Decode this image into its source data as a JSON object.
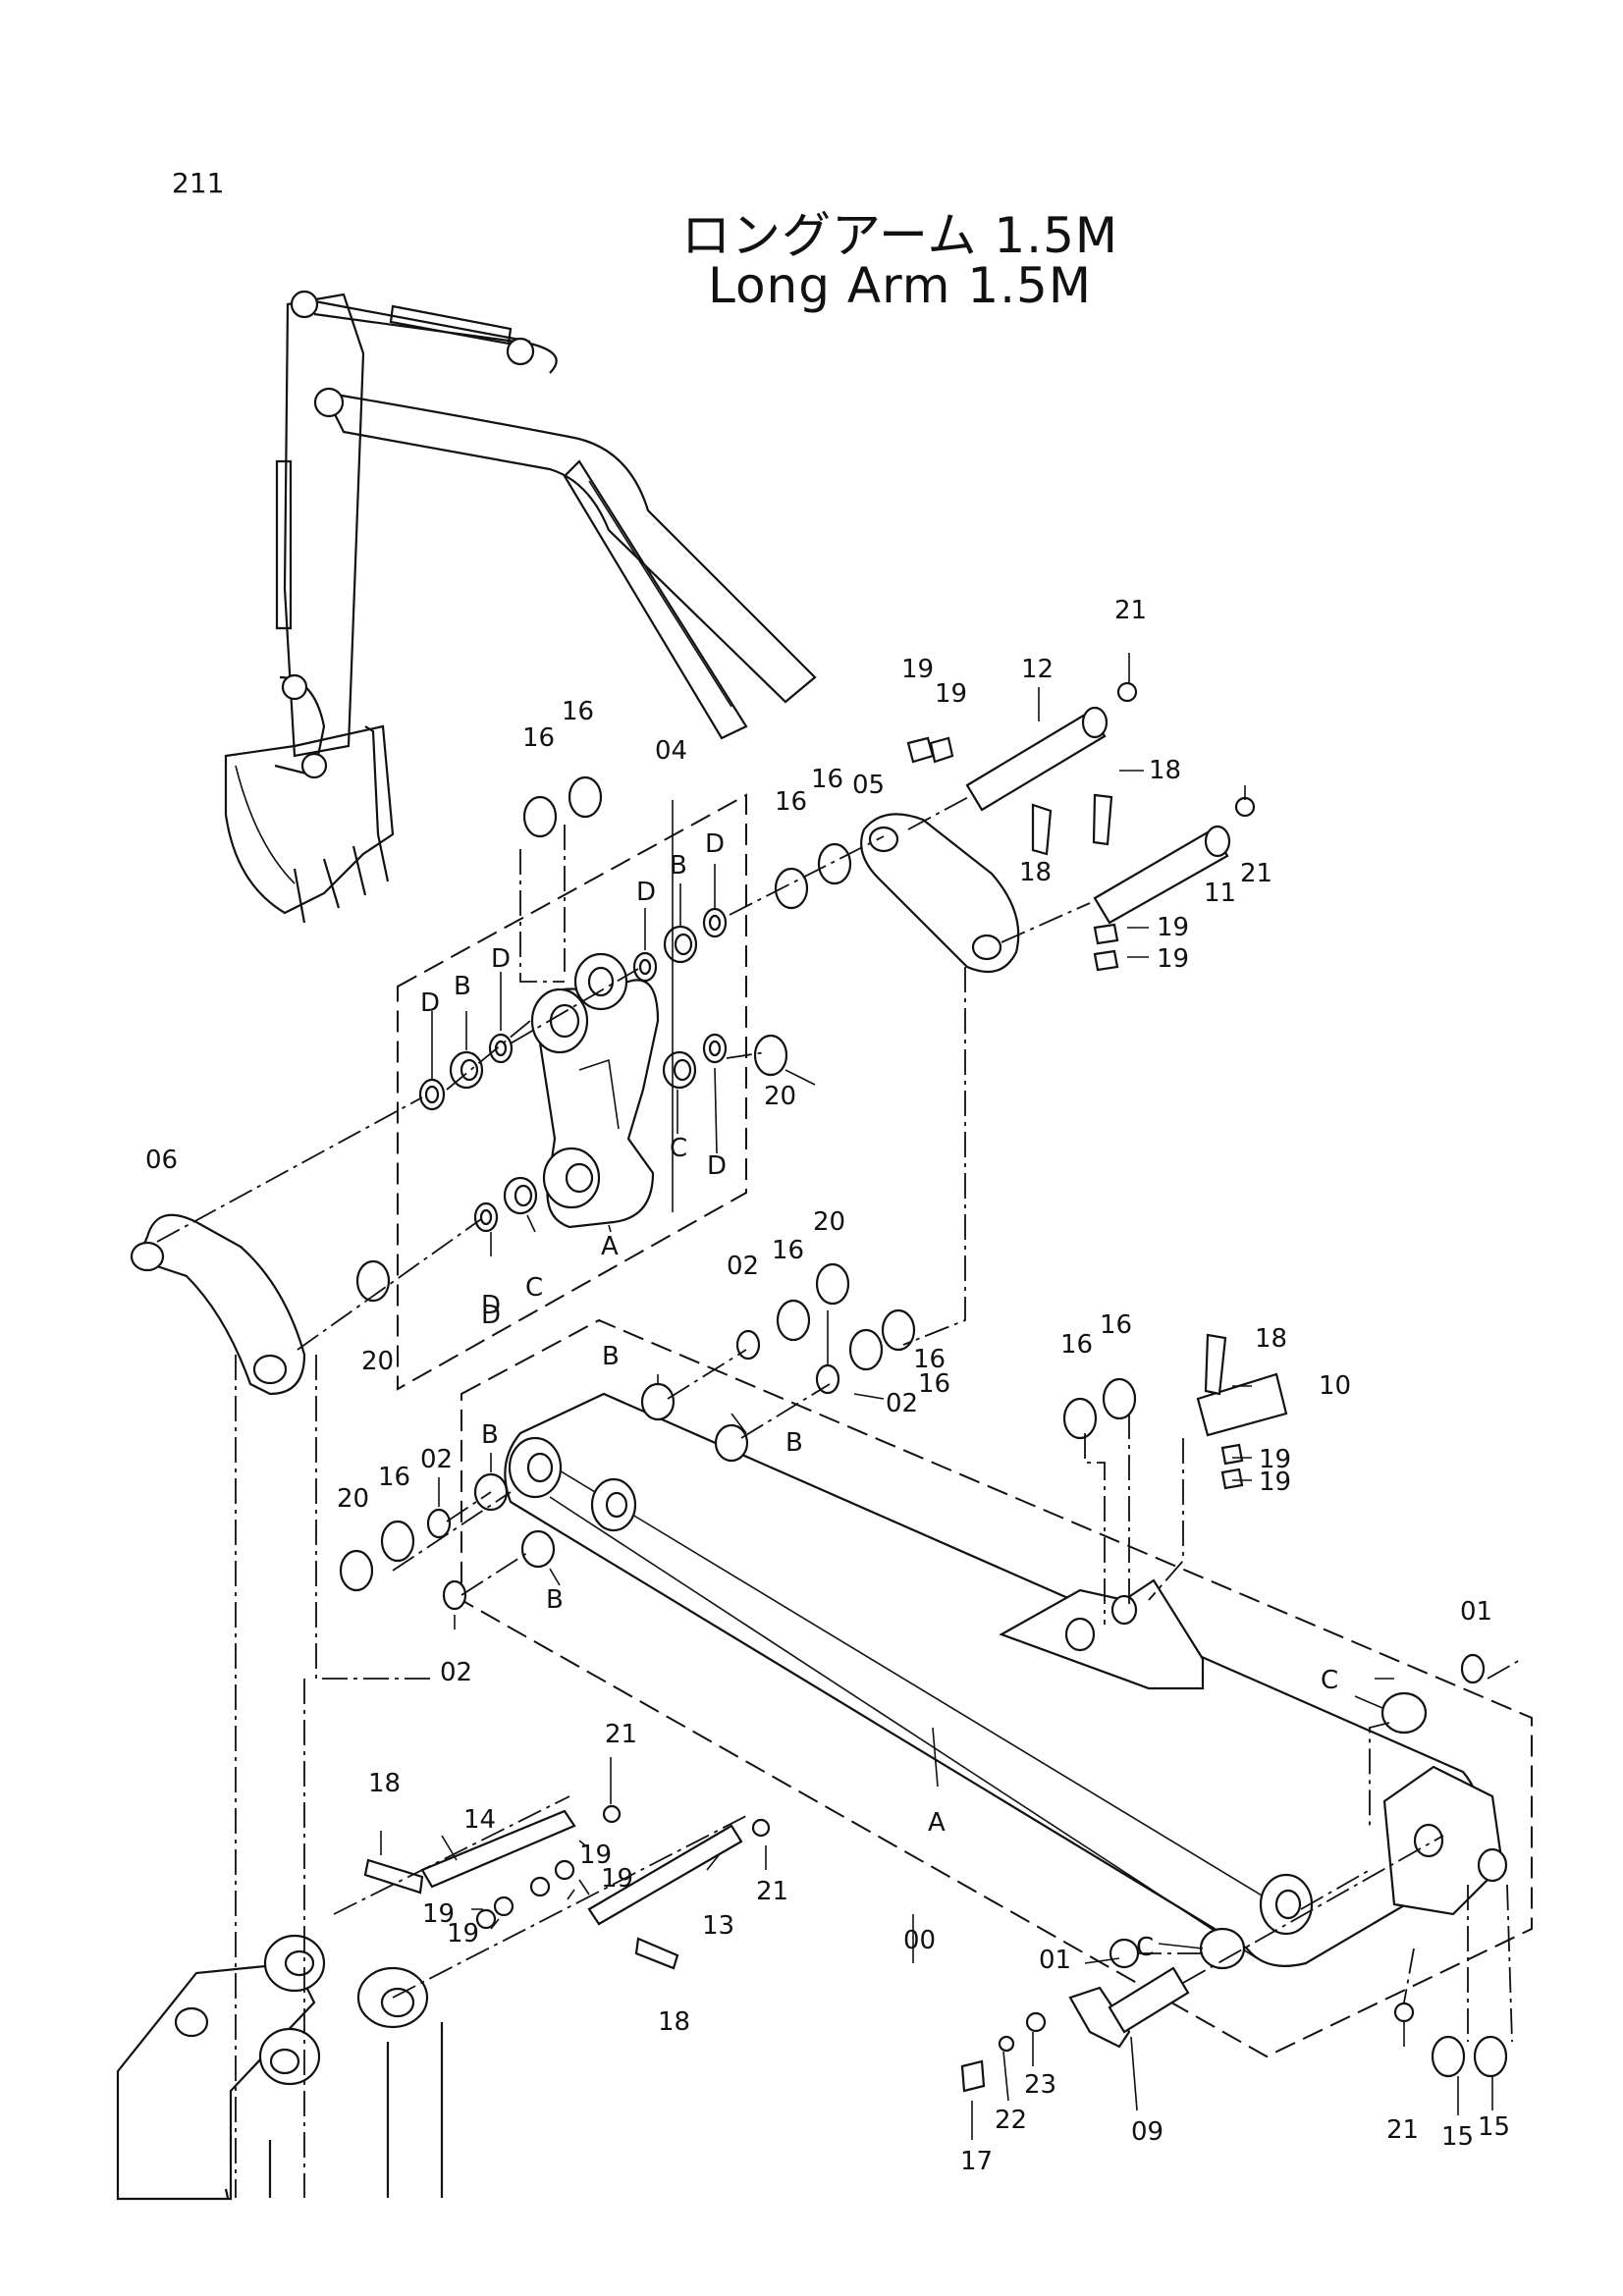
{
  "page_number": "211",
  "title_jp": "ロングアーム 1.5M",
  "title_en": "Long Arm 1.5M",
  "callouts": [
    {
      "text": "21"
    },
    {
      "text": "12"
    },
    {
      "text": "19"
    },
    {
      "text": "19"
    },
    {
      "text": "18"
    },
    {
      "text": "16"
    },
    {
      "text": "16"
    },
    {
      "text": "04"
    },
    {
      "text": "05"
    },
    {
      "text": "16"
    },
    {
      "text": "16"
    },
    {
      "text": "18"
    },
    {
      "text": "21"
    },
    {
      "text": "11"
    },
    {
      "text": "19"
    },
    {
      "text": "19"
    },
    {
      "text": "D"
    },
    {
      "text": "B"
    },
    {
      "text": "D"
    },
    {
      "text": "D"
    },
    {
      "text": "B"
    },
    {
      "text": "D"
    },
    {
      "text": "D"
    },
    {
      "text": "20"
    },
    {
      "text": "C"
    },
    {
      "text": "D"
    },
    {
      "text": "06"
    },
    {
      "text": "A"
    },
    {
      "text": "D"
    },
    {
      "text": "C"
    },
    {
      "text": "20"
    },
    {
      "text": "02"
    },
    {
      "text": "16"
    },
    {
      "text": "20"
    },
    {
      "text": "16"
    },
    {
      "text": "B"
    },
    {
      "text": "16"
    },
    {
      "text": "02"
    },
    {
      "text": "B"
    },
    {
      "text": "16"
    },
    {
      "text": "16"
    },
    {
      "text": "18"
    },
    {
      "text": "10"
    },
    {
      "text": "19"
    },
    {
      "text": "19"
    },
    {
      "text": "B"
    },
    {
      "text": "20"
    },
    {
      "text": "16"
    },
    {
      "text": "02"
    },
    {
      "text": "B"
    },
    {
      "text": "02"
    },
    {
      "text": "01"
    },
    {
      "text": "C"
    },
    {
      "text": "21"
    },
    {
      "text": "18"
    },
    {
      "text": "14"
    },
    {
      "text": "19"
    },
    {
      "text": "19"
    },
    {
      "text": "21"
    },
    {
      "text": "19"
    },
    {
      "text": "19"
    },
    {
      "text": "13"
    },
    {
      "text": "A"
    },
    {
      "text": "00"
    },
    {
      "text": "18"
    },
    {
      "text": "C"
    },
    {
      "text": "01"
    },
    {
      "text": "21"
    },
    {
      "text": "15"
    },
    {
      "text": "15"
    },
    {
      "text": "17"
    },
    {
      "text": "22"
    },
    {
      "text": "23"
    },
    {
      "text": "09"
    }
  ]
}
